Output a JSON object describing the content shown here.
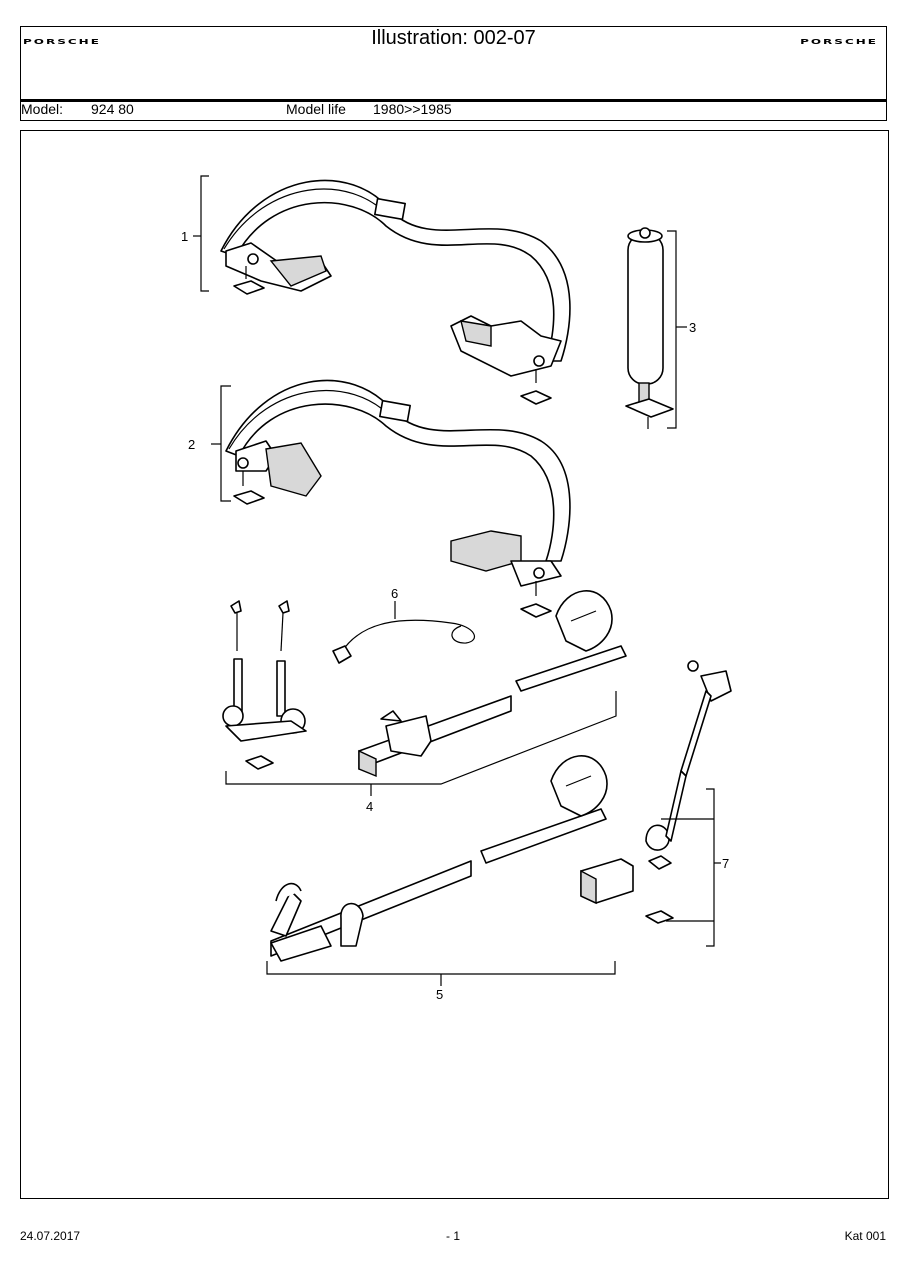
{
  "header": {
    "brand_left": "PORSCHE",
    "brand_right": "PORSCHE",
    "title": "Illustration: 002-07",
    "model_label": "Model:",
    "model_value": "924 80",
    "model_life_label": "Model life",
    "model_life_value": "1980>>1985"
  },
  "illustration": {
    "callouts": [
      "1",
      "2",
      "3",
      "4",
      "5",
      "6",
      "7"
    ]
  },
  "footer": {
    "date": "24.07.2017",
    "page": "- 1",
    "catalog": "Kat 001"
  }
}
